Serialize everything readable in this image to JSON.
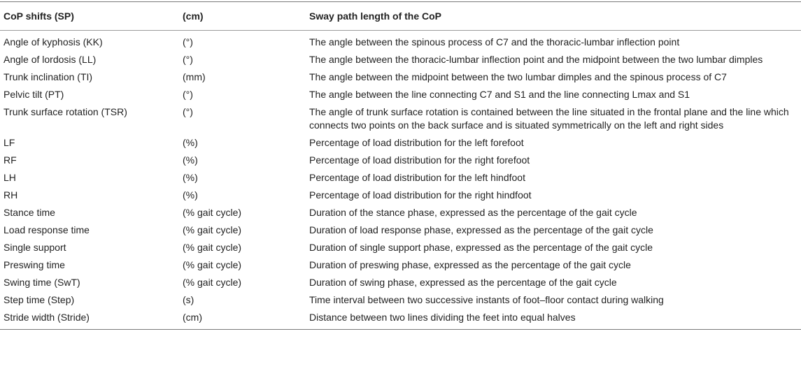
{
  "table": {
    "headers": [
      "CoP shifts (SP)",
      "(cm)",
      "Sway path length of the CoP"
    ],
    "rows": [
      [
        "Angle of kyphosis (KK)",
        "(°)",
        "The angle between the spinous process of C7 and the thoracic-lumbar inflection point"
      ],
      [
        "Angle of lordosis (LL)",
        "(°)",
        "The angle between the thoracic-lumbar inflection point and the midpoint between the two lumbar dimples"
      ],
      [
        "Trunk inclination (TI)",
        "(mm)",
        "The angle between the midpoint between the two lumbar dimples and the spinous process of C7"
      ],
      [
        "Pelvic tilt (PT)",
        "(°)",
        "The angle between the line connecting C7 and S1 and the line connecting Lmax and S1"
      ],
      [
        "Trunk surface rotation (TSR)",
        "(°)",
        "The angle of trunk surface rotation is contained between the line situated in the frontal plane and the line which connects two points on the back surface and is situated symmetrically on the left and right sides"
      ],
      [
        "LF",
        "(%)",
        "Percentage of load distribution for the left forefoot"
      ],
      [
        "RF",
        "(%)",
        "Percentage of load distribution for the right forefoot"
      ],
      [
        "LH",
        "(%)",
        "Percentage of load distribution for the left hindfoot"
      ],
      [
        "RH",
        "(%)",
        "Percentage of load distribution for the right hindfoot"
      ],
      [
        "Stance time",
        "(% gait cycle)",
        "Duration of the stance phase, expressed as the percentage of the gait cycle"
      ],
      [
        "Load response time",
        "(% gait cycle)",
        "Duration of load response phase, expressed as the percentage of the gait cycle"
      ],
      [
        "Single support",
        "(% gait cycle)",
        "Duration of single support phase, expressed as the percentage of the gait cycle"
      ],
      [
        "Preswing time",
        "(% gait cycle)",
        "Duration of preswing phase, expressed as the percentage of the gait cycle"
      ],
      [
        "Swing time (SwT)",
        "(% gait cycle)",
        "Duration of swing phase, expressed as the percentage of the gait cycle"
      ],
      [
        "Step time (Step)",
        "(s)",
        "Time interval between two successive instants of foot–floor contact during walking"
      ],
      [
        "Stride width (Stride)",
        "(cm)",
        "Distance between two lines dividing the feet into equal halves"
      ]
    ]
  }
}
